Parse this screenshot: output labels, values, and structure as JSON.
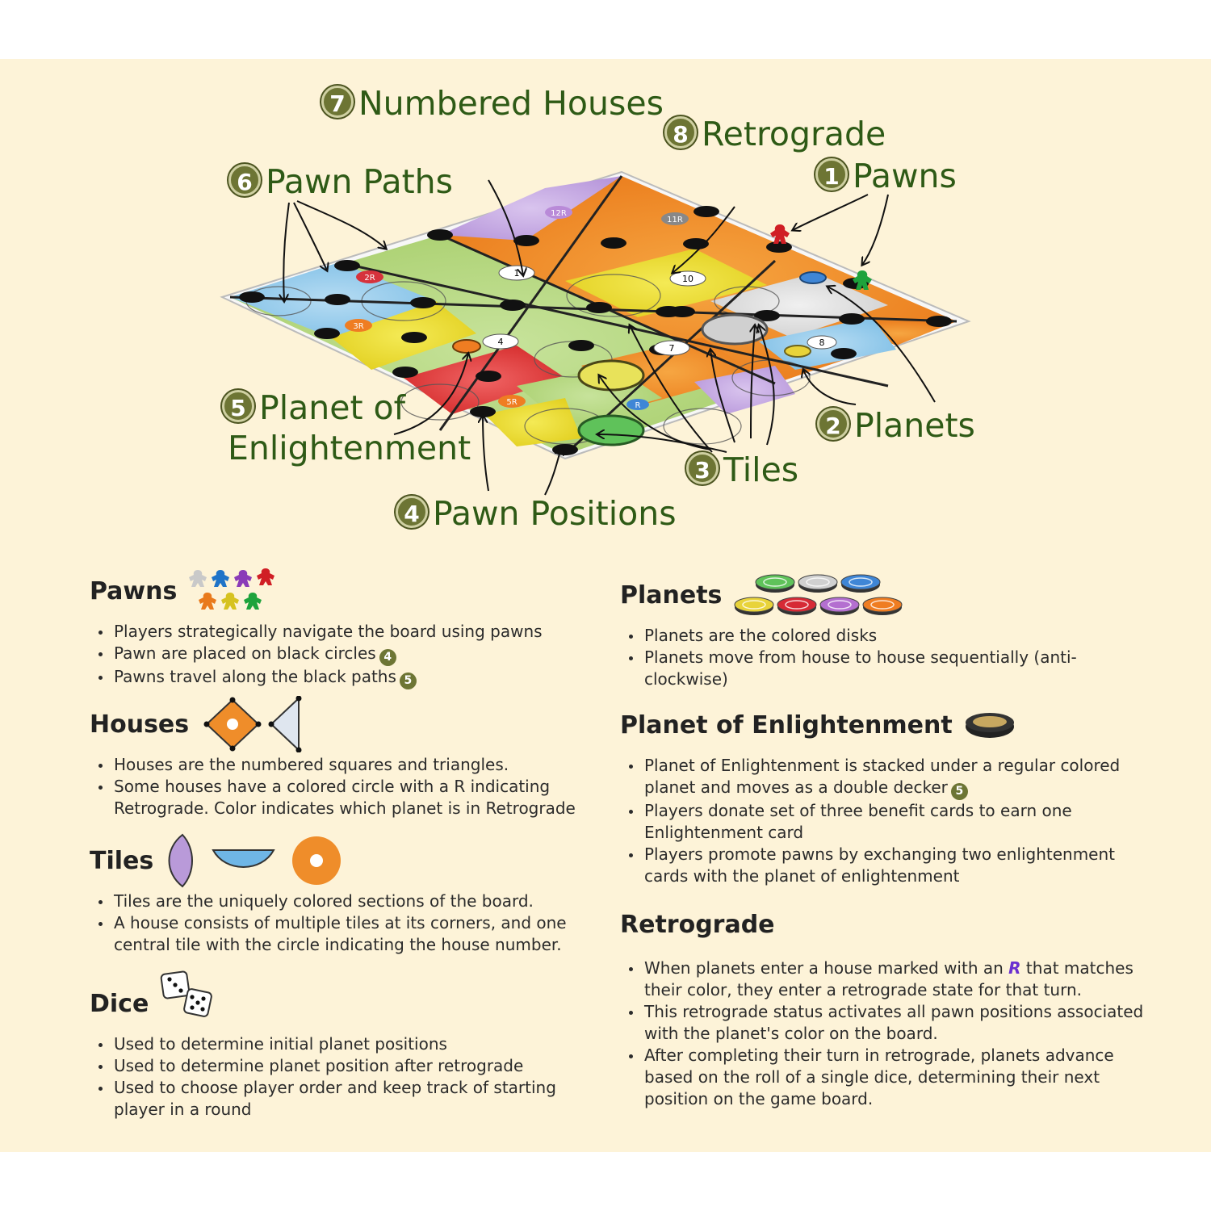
{
  "callouts": [
    {
      "num": "7",
      "label": "Numbered Houses"
    },
    {
      "num": "8",
      "label": "Retrograde"
    },
    {
      "num": "1",
      "label": "Pawns"
    },
    {
      "num": "6",
      "label": "Pawn Paths"
    },
    {
      "num": "5",
      "label": "Planet of",
      "label2": "Enlightenment"
    },
    {
      "num": "2",
      "label": "Planets"
    },
    {
      "num": "3",
      "label": "Tiles"
    },
    {
      "num": "4",
      "label": "Pawn Positions"
    }
  ],
  "board": {
    "house_numbers": [
      "1",
      "10",
      "4",
      "7",
      "8"
    ],
    "retro_marks": [
      "12R",
      "11R",
      "2R",
      "3R",
      "5R",
      "R"
    ]
  },
  "colors": {
    "panel_bg": "#fdf3d8",
    "callout_text": "#2e5a16",
    "badge": "#6d7534",
    "retrograde_r": "#6a2fd0"
  },
  "pawn_colors": [
    "#c9c9c9",
    "#1f74c8",
    "#8a3bb8",
    "#d01e25",
    "#e97a1c",
    "#d6c21f",
    "#1ea33c"
  ],
  "planet_colors": [
    "#5fc25a",
    "#d0d0d0",
    "#3f86d6",
    "#e8d33a",
    "#d62a35",
    "#b46fd0",
    "#ef7d22"
  ],
  "sections": {
    "pawns": {
      "title": "Pawns",
      "items": [
        "Players strategically navigate the board using pawns",
        "Pawn are placed on black circles",
        "Pawns travel along the black paths"
      ],
      "refs": [
        "",
        "4",
        "5"
      ]
    },
    "houses": {
      "title": "Houses",
      "items": [
        "Houses are the numbered squares and triangles.",
        "Some houses have a colored circle with a R indicating Retrograde. Color indicates which planet is in Retrograde"
      ]
    },
    "tiles": {
      "title": "Tiles",
      "items": [
        "Tiles are the uniquely colored sections of the board.",
        "A house consists of multiple tiles at its corners, and one central tile with the circle indicating the house number."
      ]
    },
    "dice": {
      "title": "Dice",
      "items": [
        "Used to determine initial planet positions",
        "Used to determine planet position after retrograde",
        "Used to choose player order and keep track of starting player in a round"
      ]
    },
    "planets": {
      "title": "Planets",
      "items": [
        "Planets are the colored disks",
        "Planets move from house to house sequentially (anti-clockwise)"
      ]
    },
    "planet_of_enlightenment": {
      "title": "Planet of Enlightenment",
      "items": [
        "Planet of Enlightenment is stacked under a regular colored planet and moves as a double decker",
        "Players donate set of three benefit cards to earn one Enlightenment card",
        "Players promote pawns by exchanging two enlightenment cards with the planet of enlightenment"
      ],
      "refs": [
        "5",
        "",
        ""
      ]
    },
    "retrograde": {
      "title": "Retrograde",
      "item1_pre": "When planets enter a house marked with an ",
      "item1_r": "R",
      "item1_post": " that matches their color, they enter a retrograde state for that turn.",
      "items": [
        "This retrograde status activates all pawn positions associated with the planet's color on the board.",
        "After completing their turn in retrograde, planets advance based on the roll of a single dice, determining their next position on the game board."
      ]
    }
  }
}
